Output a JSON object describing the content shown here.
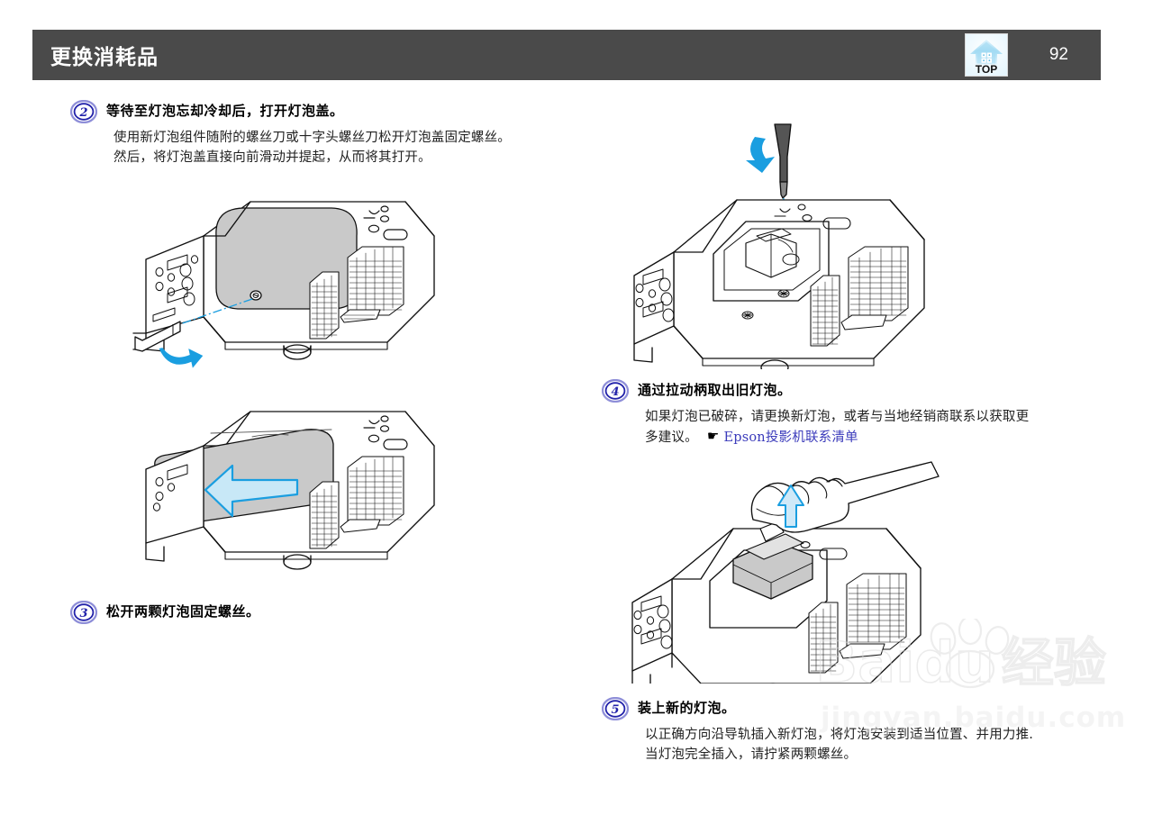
{
  "header": {
    "title": "更换消耗品",
    "page_number": "92",
    "top_icon_label": "TOP",
    "bar_color": "#4a4a4a"
  },
  "colors": {
    "accent_blue": "#1a9ee0",
    "step_circle": "#2222aa",
    "link": "#3b3bbb",
    "cover_gray": "#c9c9c9",
    "header_gray": "#4a4a4a"
  },
  "steps": [
    {
      "number": "2",
      "title": "等待至灯泡忘却冷却后，打开灯泡盖。",
      "body_lines": [
        "使用新灯泡组件随附的螺丝刀或十字头螺丝刀松开灯泡盖固定螺丝。",
        "然后，将灯泡盖直接向前滑动并提起，从而将其打开。"
      ]
    },
    {
      "number": "3",
      "title": "松开两颗灯泡固定螺丝。",
      "body_lines": []
    },
    {
      "number": "4",
      "title": "通过拉动柄取出旧灯泡。",
      "body_lines": [
        "如果灯泡已破碎，请更换新灯泡，或者与当地经销商联系以获取更",
        "多建议。"
      ],
      "link_text": "Epson投影机联系清单",
      "hand_glyph": "☛"
    },
    {
      "number": "5",
      "title": "装上新的灯泡。",
      "body_lines": [
        "以正确方向沿导轨插入新灯泡，将灯泡安装到适当位置、并用力推.",
        "当灯泡完全插入，请拧紧两颗螺丝。"
      ]
    }
  ],
  "figures": [
    {
      "name": "projector-lamp-cover-screw",
      "caption": ""
    },
    {
      "name": "projector-lamp-cover-slide-off",
      "caption": ""
    },
    {
      "name": "projector-loosen-lamp-screws",
      "caption": ""
    },
    {
      "name": "projector-remove-old-lamp-by-hand",
      "caption": ""
    }
  ],
  "watermark": {
    "brand": "Baidu",
    "brand_cn": "经验",
    "url": "jingyan.baidu.com"
  }
}
